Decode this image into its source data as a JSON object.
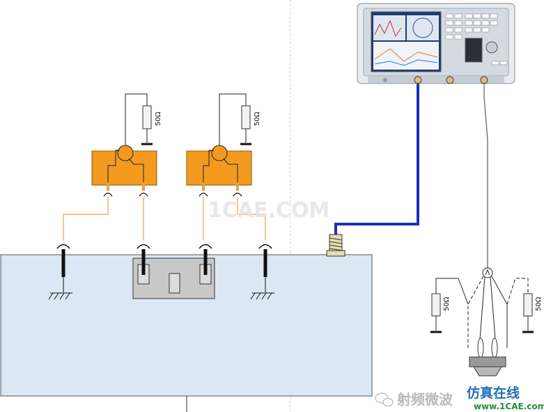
{
  "labels": {
    "resistor_1": "50Ω",
    "resistor_2": "50Ω",
    "resistor_3": "50Ω",
    "resistor_4": "50Ω"
  },
  "watermarks": {
    "center": "1CAE.COM",
    "wechat_name": "射频微波",
    "brand_cn": "仿真在线",
    "brand_url": "www.1CAE.com"
  },
  "colors": {
    "board_fill": "#dbe8f3",
    "coupler_fill": "#f39a1f",
    "blue_cable": "#1a2fb8",
    "orange_wire": "#f0a040",
    "dut_fill": "#c8c8c8"
  }
}
